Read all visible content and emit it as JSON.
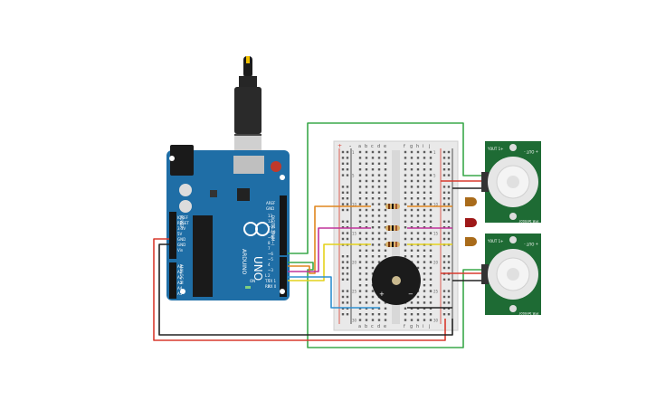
{
  "arduino": {
    "brand": "ARDUINO",
    "model": "UNO",
    "tx_label": "TX",
    "rx_label": "RX",
    "l_label": "L",
    "on_label": "ON",
    "aref_label": "AREF",
    "gnd_label": "GND",
    "digital_label": "DIGITAL (PWM~)",
    "power_label": "POWER",
    "analog_label": "ANALOG IN",
    "digital_pins": [
      "13",
      "12",
      "~11",
      "~10",
      "~9",
      "8",
      "7",
      "~6",
      "~5",
      "4",
      "~3",
      "2",
      "TX 1",
      "RX 0"
    ],
    "power_pins": [
      "IOREF",
      "RESET",
      "3.3V",
      "5V",
      "GND",
      "GND",
      "Vin"
    ],
    "analog_pins": [
      "A0",
      "A1",
      "A2",
      "A3",
      "A4",
      "A5"
    ]
  },
  "breadboard": {
    "col_letters_left": [
      "a",
      "b",
      "c",
      "d",
      "e"
    ],
    "col_letters_right": [
      "f",
      "g",
      "h",
      "i",
      "j"
    ],
    "row_numbers": [
      "1",
      "5",
      "10",
      "15",
      "20",
      "25",
      "30"
    ],
    "plus": "+",
    "minus": "-"
  },
  "buzzer": {
    "plus": "+",
    "minus": "−"
  },
  "pir_sensors": [
    {
      "top_label": "Y0UT 1+",
      "bottom_label": "PIR Sensor",
      "pin_label": "+ OUT -"
    },
    {
      "top_label": "Y0UT 1+",
      "bottom_label": "PIR Sensor",
      "pin_label": "+ OUT -"
    }
  ],
  "colors": {
    "board_blue": "#1f6ea6",
    "breadboard": "#e9e9e9",
    "pir_green": "#1e6b34",
    "wire_green": "#3aa84a",
    "wire_red": "#d83a2e",
    "wire_black": "#222222",
    "wire_orange": "#e0861e",
    "wire_magenta": "#c0339a",
    "wire_yellow": "#e4d21c",
    "wire_blue": "#2f8fd0",
    "led": "#a96b1a",
    "led_red": "#9e1818"
  }
}
